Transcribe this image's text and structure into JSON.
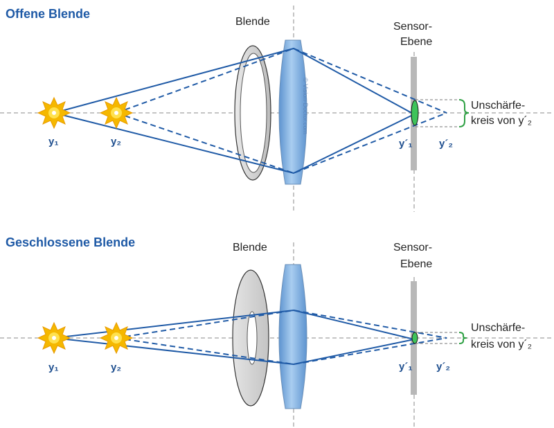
{
  "panels": [
    {
      "title": "Offene Blende",
      "aperture_label": "Blende",
      "sensor_label_line1": "Sensor-",
      "sensor_label_line2": "Ebene",
      "blur_label_line1": "Unschärfe-",
      "blur_label_line2": "kreis von y´₂",
      "y1": "y₁",
      "y2": "y₂",
      "y1_image": "y´₁",
      "y2_image": "y´₂",
      "watermark": "© Vision-Doctor.com",
      "aperture_state": "open"
    },
    {
      "title": "Geschlossene Blende",
      "aperture_label": "Blende",
      "sensor_label_line1": "Sensor-",
      "sensor_label_line2": "Ebene",
      "blur_label_line1": "Unschärfe-",
      "blur_label_line2": "kreis von y´₂",
      "y1": "y₁",
      "y2": "y₂",
      "y1_image": "y´₁",
      "y2_image": "y´₂",
      "aperture_state": "closed"
    }
  ],
  "colors": {
    "title": "#1f5aa6",
    "ray": "#1f5aa6",
    "lens": "#7fb0e0",
    "star": "#f5b800",
    "blur_bracket": "#2ea043",
    "sensor": "#b8b8b8",
    "aperture": "#d6d6d6"
  }
}
